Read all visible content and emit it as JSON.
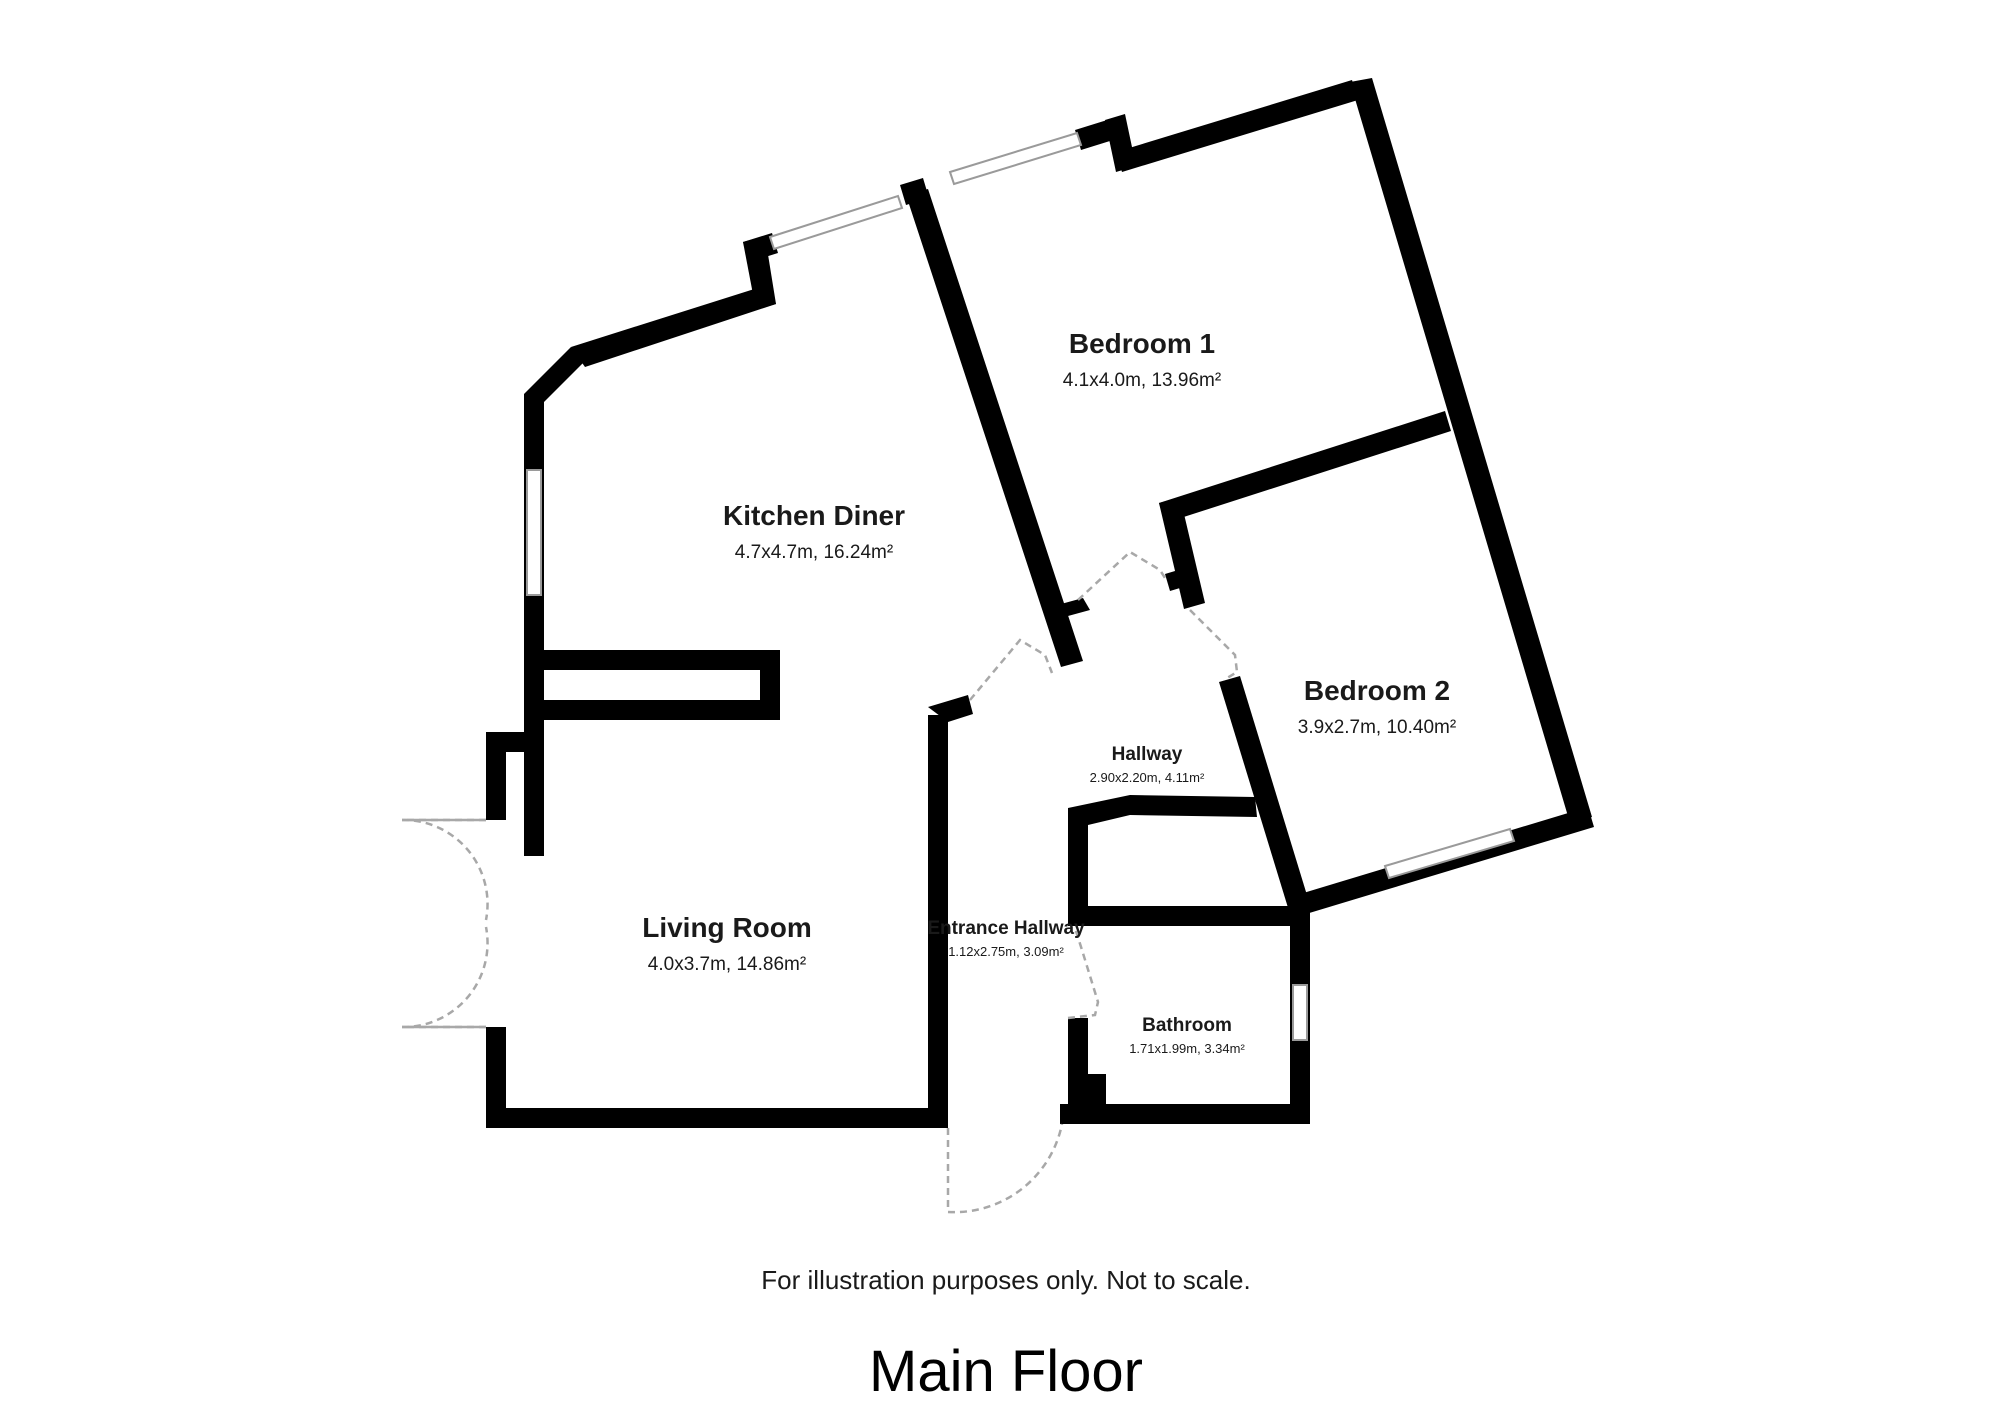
{
  "rooms": {
    "kitchen_diner": {
      "name": "Kitchen Diner",
      "dims": "4.7x4.7m, 16.24m²"
    },
    "bedroom_1": {
      "name": "Bedroom 1",
      "dims": "4.1x4.0m, 13.96m²"
    },
    "bedroom_2": {
      "name": "Bedroom 2",
      "dims": "3.9x2.7m, 10.40m²"
    },
    "hallway": {
      "name": "Hallway",
      "dims": "2.90x2.20m, 4.11m²"
    },
    "living_room": {
      "name": "Living Room",
      "dims": "4.0x3.7m, 14.86m²"
    },
    "entrance_hallway": {
      "name": "Entrance Hallway",
      "dims": "1.12x2.75m, 3.09m²"
    },
    "bathroom": {
      "name": "Bathroom",
      "dims": "1.71x1.99m, 3.34m²"
    }
  },
  "disclaimer": "For illustration purposes only. Not to scale.",
  "floor_title": "Main Floor",
  "colors": {
    "wall": "#000000",
    "door": "#a8a8a8",
    "window_frame": "#9a9a9a",
    "background": "#ffffff"
  }
}
